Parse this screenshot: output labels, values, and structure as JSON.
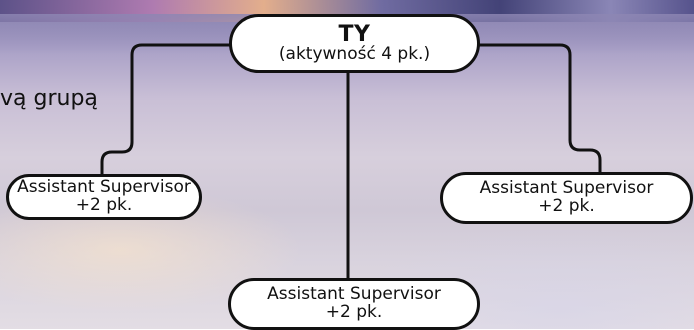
{
  "fragment_text": "vą grupą",
  "top": {
    "title": "TY",
    "subtitle": "(aktywność 4 pk.)"
  },
  "children": [
    {
      "line1": "Assistant Supervisor",
      "line2": "+2 pk."
    },
    {
      "line1": "Assistant Supervisor",
      "line2": "+2 pk."
    },
    {
      "line1": "Assistant Supervisor",
      "line2": "+2 pk."
    }
  ]
}
